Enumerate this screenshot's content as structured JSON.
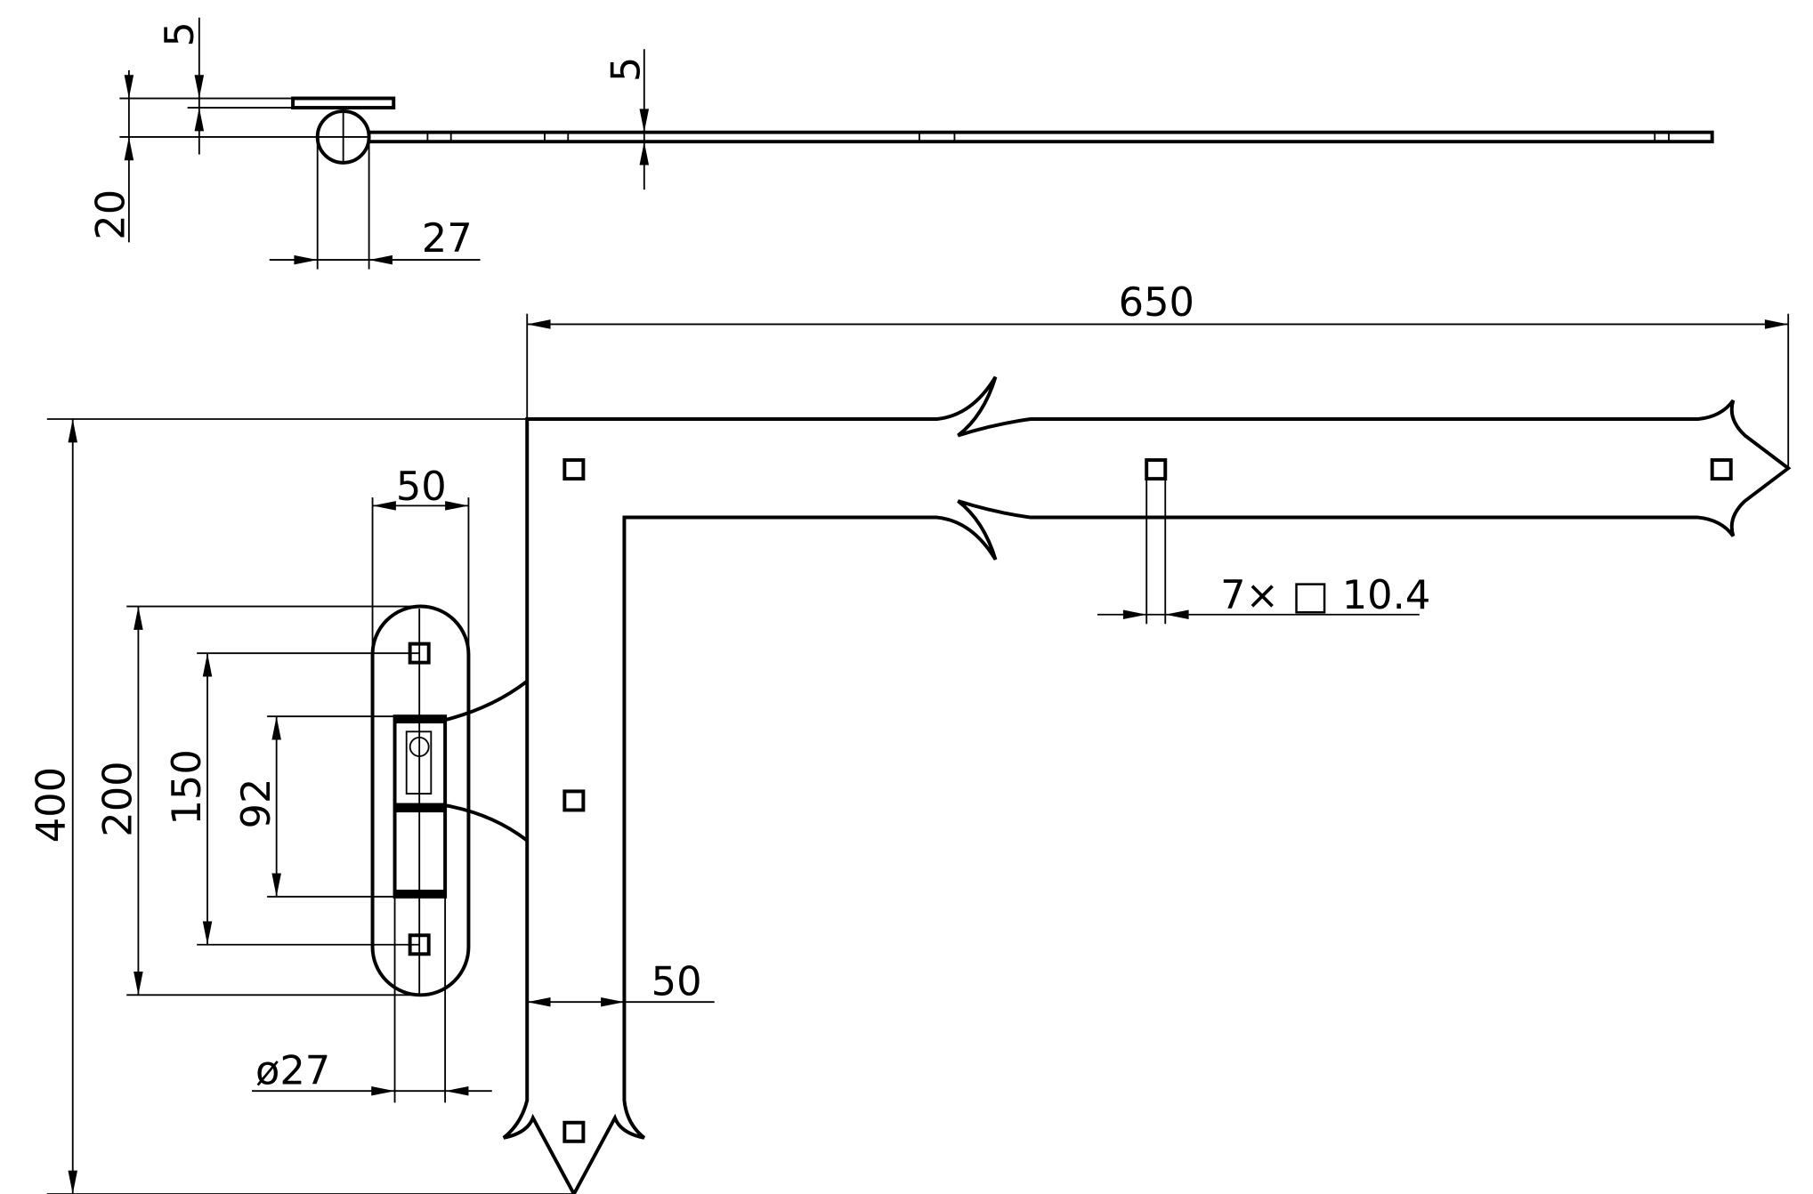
{
  "drawing": {
    "title": "Strap hinge with pintle plate",
    "dimensions": {
      "plate_thickness": "5",
      "strap_thickness": "5",
      "pin_offset": "20",
      "pin_width": "27",
      "strap_length": "650",
      "overall_height": "400",
      "plate_width": "50",
      "plate_height": "200",
      "hole_spacing": "150",
      "pin_length": "92",
      "strap_width": "50",
      "pin_diameter": "ø27",
      "holes": "7× □ 10.4"
    }
  }
}
